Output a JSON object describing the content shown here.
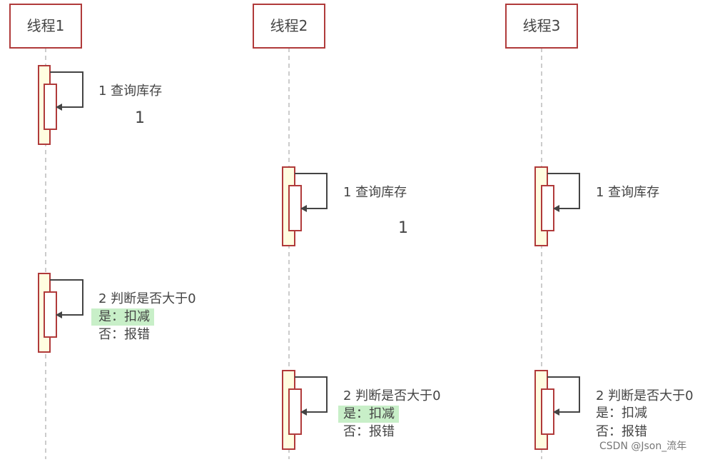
{
  "participants": [
    {
      "id": "t1",
      "label": "线程1"
    },
    {
      "id": "t2",
      "label": "线程2"
    },
    {
      "id": "t3",
      "label": "线程3"
    }
  ],
  "steps": {
    "query": "1 查询库存",
    "stock_value": "1",
    "check": "2 判断是否大于0",
    "yes": "是：扣减",
    "no": "否：报错"
  },
  "highlighted_yes": {
    "t1": true,
    "t2": true,
    "t3": false
  },
  "watermark": "CSDN @Json_流年",
  "colors": {
    "box_border": "#b03a3a",
    "activation_fill": "#fffde0",
    "lifeline": "#bbbbbb",
    "arrow": "#444444",
    "highlight": "#c8efc8"
  }
}
